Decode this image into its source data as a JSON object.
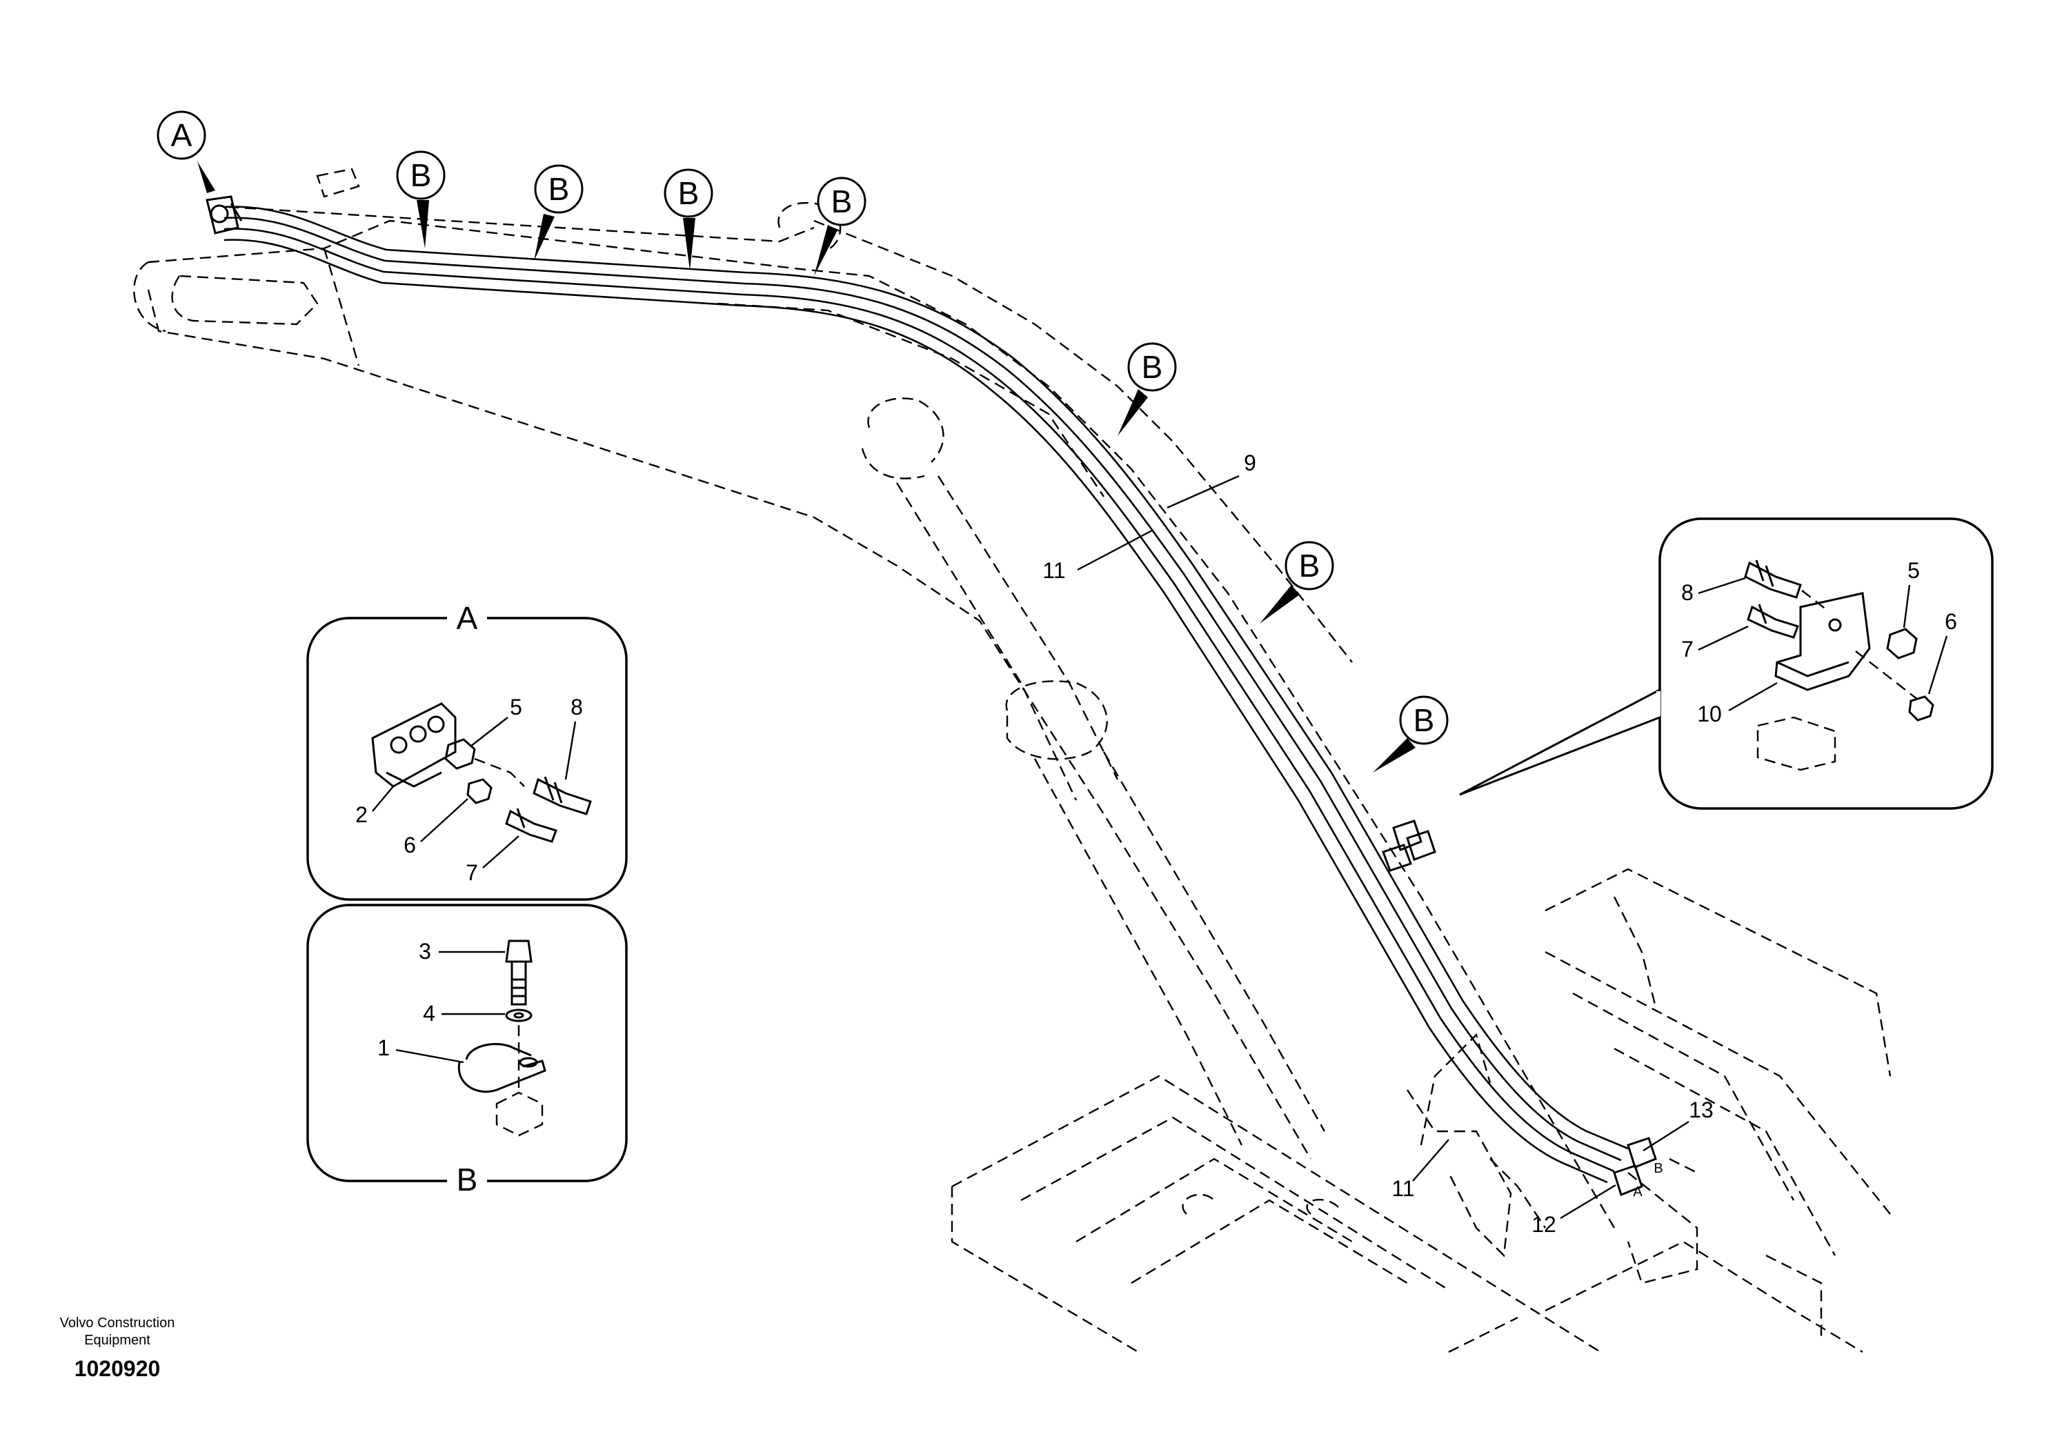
{
  "callouts": {
    "view_a": "A",
    "clamp_b": "B"
  },
  "parts": {
    "p1": "1",
    "p2": "2",
    "p3": "3",
    "p4": "4",
    "p5": "5",
    "p6": "6",
    "p7": "7",
    "p8": "8",
    "p9": "9",
    "p10": "10",
    "p11": "11",
    "p12": "12",
    "p13": "13"
  },
  "port_marks": {
    "a": "A",
    "b": "B"
  },
  "footer": {
    "company_line1": "Volvo Construction",
    "company_line2": "Equipment",
    "drawing_number": "1020920"
  }
}
